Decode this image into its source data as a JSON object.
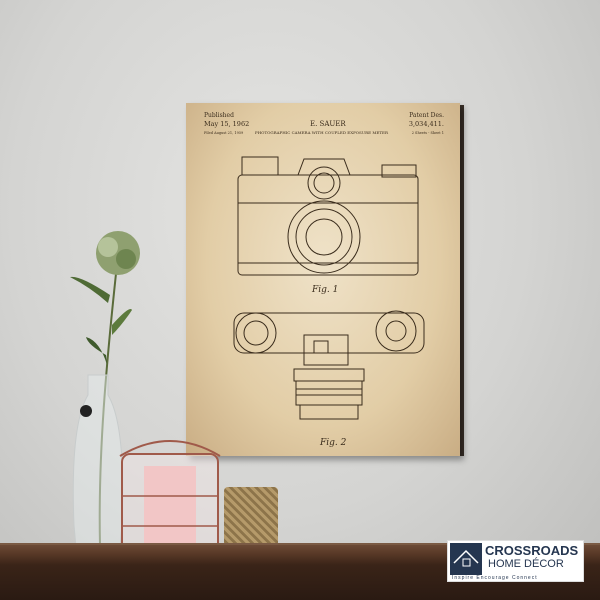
{
  "print": {
    "published_label": "Published",
    "date": "May 15, 1962",
    "inventor": "E. SAUER",
    "patent_label": "Patent Des.",
    "patent_number": "3,034,411.",
    "filed": "Filed August 21, 1959",
    "title": "PHOTOGRAPHIC CAMERA WITH COUPLED EXPOSURE METER",
    "sheets": "2 Sheets - Sheet 1",
    "fig1": "Fig. 1",
    "fig2": "Fig. 2"
  },
  "logo": {
    "line1": "CROSSROADS",
    "line2": "HOME DÉCOR",
    "tagline": "Inspire  Encourage  Connect"
  }
}
